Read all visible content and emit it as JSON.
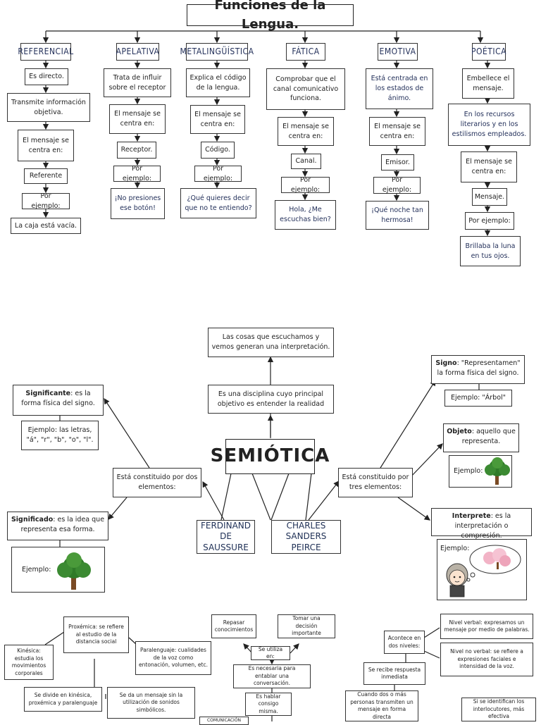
{
  "section1": {
    "title": "Funciones de la Lengua.",
    "columns": [
      {
        "header": "REFERENCIAL",
        "items": [
          "Es directo.",
          "Transmite información objetiva.",
          "El mensaje se centra en:",
          "Referente",
          "Por ejemplo:",
          "La caja está vacía."
        ]
      },
      {
        "header": "APELATIVA",
        "items": [
          "Trata de influir sobre el receptor",
          "El mensaje se centra en:",
          "Receptor.",
          "Por ejemplo:",
          "¡No presiones ese botón!"
        ]
      },
      {
        "header": "METALINGÜÍSTICA",
        "items": [
          "Explica el código de la lengua.",
          "El mensaje se centra en:",
          "Código.",
          "Por ejemplo:",
          "¿Qué quieres decir que no te entiendo?"
        ]
      },
      {
        "header": "FÁTICA",
        "items": [
          "Comprobar que el canal comunicativo funciona.",
          "El mensaje se centra en:",
          "Canal.",
          "Por ejemplo:",
          "Hola, ¿Me escuchas bien?"
        ]
      },
      {
        "header": "EMOTIVA",
        "items": [
          "Está centrada en los estados de ánimo.",
          "El mensaje se centra en:",
          "Emisor.",
          "Por ejemplo:",
          "¡Qué noche tan hermosa!"
        ]
      },
      {
        "header": "POÉTICA",
        "items": [
          "Embellece el mensaje.",
          "En los recursos literarios y en los estilismos empleados.",
          "El mensaje se centra en:",
          "Mensaje.",
          "Por ejemplo:",
          "Brillaba la luna en tus ojos."
        ]
      }
    ]
  },
  "section2": {
    "center": "SEMIÓTICA",
    "top1": "Las cosas que escuchamos y vemos generan una interpretación.",
    "top2": "Es una disciplina cuyo principal objetivo es entender la realidad",
    "saussure": "FERDINAND DE SAUSSURE",
    "peirce": "CHARLES SANDERS PEIRCE",
    "left_const": "Está constituido por dos elementos:",
    "right_const": "Está constituido por tres elementos:",
    "significante_term": "Significante",
    "significante_rest": ": es la forma física del signo.",
    "significante_ex": "Ejemplo: las letras, \"á\", \"r\", \"b\", \"o\", \"l\".",
    "significado_term": "Significado",
    "significado_rest": ": es la idea que representa esa forma.",
    "significado_ex": "Ejemplo:",
    "signo_term": "Signo",
    "signo_rest": ": \"Representamen\" la forma física del signo.",
    "signo_ex": "Ejemplo: \"Árbol\"",
    "objeto_term": "Objeto",
    "objeto_rest": ": aquello que representa.",
    "objeto_ex": "Ejemplo:",
    "interprete_term": "Interprete",
    "interprete_rest": ": es la interpretación o compresión.",
    "interprete_ex": "Ejemplo:"
  },
  "section3": {
    "proxemica": "Proxémica: se refiere al estudio de la distancia social",
    "kinesica": "Kinésica: estudia los movimientos corporales",
    "paralenguaje": "Paralenguaje: cualidades de la voz como entonación, volumen, etc.",
    "divide": "Se divide en kinésica, proxémica y paralenguaje",
    "sin_palabras": "Se da un mensaje sin la utilización de sonidos simbólicos.",
    "comunicacion": "COMUNICACIÓN",
    "repasar": "Repasar conocimientos",
    "tomar": "Tomar una decisión importante",
    "se_utiliza": "Se utiliza en:",
    "necesaria": "Es necesaria para entablar una conversación.",
    "hablar": "Es hablar consigo misma.",
    "acontece": "Acontece en dos niveles:",
    "verbal": "Nivel verbal: expresamos un mensaje por medio de palabras.",
    "no_verbal": "Nivel no verbal: se refiere a expresiones faciales e intensidad de la voz.",
    "respuesta": "Se recibe respuesta inmediata",
    "cuando": "Cuando dos o más personas transmiten un mensaje en forma directa",
    "identifican": "Si se identifican los interlocutores, más efectiva"
  }
}
